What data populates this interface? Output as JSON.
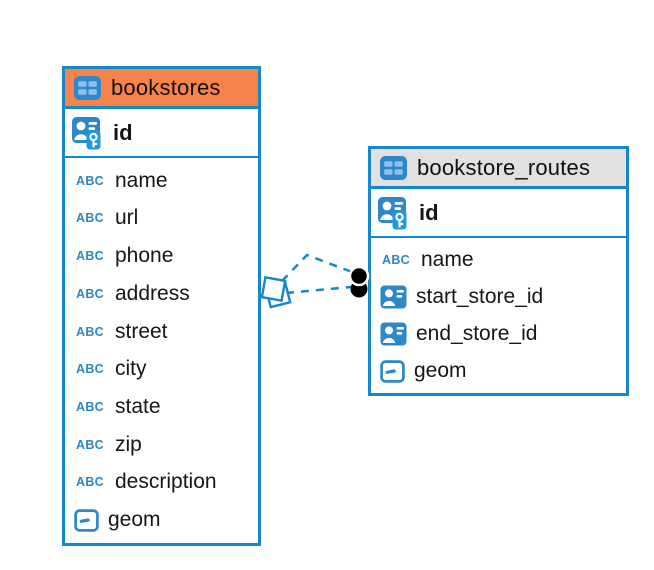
{
  "diagram": {
    "colors": {
      "accent_blue": "#1787CA",
      "icon_blue": "#2E87C9",
      "icon_cell_blue": "#8FC0E9",
      "key_patch_blue": "#1E9BE0",
      "bookstores_header": "#F7834C",
      "routes_header": "#E1E1E1",
      "connector_dot": "#000000"
    },
    "tables": [
      {
        "name": "bookstores",
        "header_color": "#F7834C",
        "columns": [
          {
            "name": "id",
            "type": "pk"
          },
          {
            "name": "name",
            "type": "text"
          },
          {
            "name": "url",
            "type": "text"
          },
          {
            "name": "phone",
            "type": "text"
          },
          {
            "name": "address",
            "type": "text"
          },
          {
            "name": "street",
            "type": "text"
          },
          {
            "name": "city",
            "type": "text"
          },
          {
            "name": "state",
            "type": "text"
          },
          {
            "name": "zip",
            "type": "text"
          },
          {
            "name": "description",
            "type": "text"
          },
          {
            "name": "geom",
            "type": "geometry"
          }
        ]
      },
      {
        "name": "bookstore_routes",
        "header_color": "#E1E1E1",
        "columns": [
          {
            "name": "id",
            "type": "pk"
          },
          {
            "name": "name",
            "type": "text"
          },
          {
            "name": "start_store_id",
            "type": "ref"
          },
          {
            "name": "end_store_id",
            "type": "ref"
          },
          {
            "name": "geom",
            "type": "geometry"
          }
        ]
      }
    ],
    "relationship": {
      "from_table": "bookstores",
      "to_table": "bookstore_routes",
      "style": "dashed"
    }
  }
}
